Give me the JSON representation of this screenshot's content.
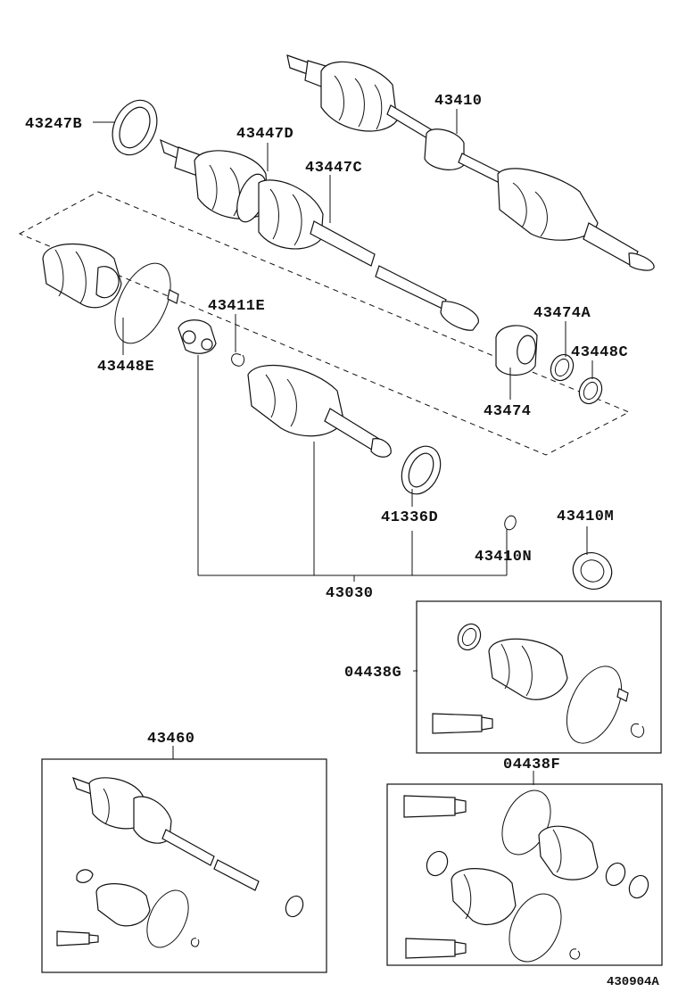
{
  "diagram_code": "430904A",
  "parts": {
    "p43410": "43410",
    "p43247B": "43247B",
    "p43447D": "43447D",
    "p43447C": "43447C",
    "p43411E": "43411E",
    "p43448E": "43448E",
    "p43474A": "43474A",
    "p43448C": "43448C",
    "p43474": "43474",
    "p41336D": "41336D",
    "p43410M": "43410M",
    "p43410N": "43410N",
    "p43030": "43030",
    "p04438G": "04438G",
    "p43460": "43460",
    "p04438F": "04438F"
  }
}
